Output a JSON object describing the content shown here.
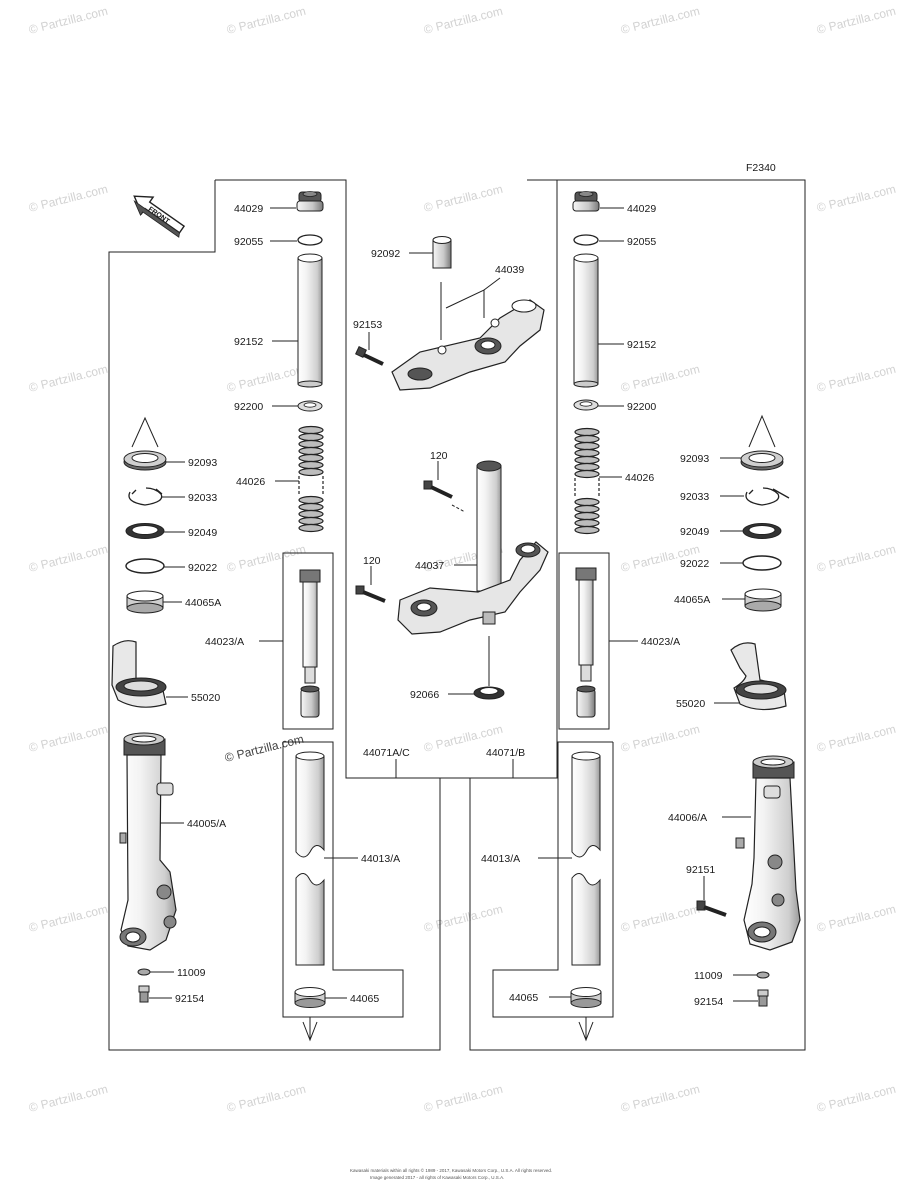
{
  "figure_code": "F2340",
  "front_label": "FRONT",
  "watermark_text": "© Partzilla.com",
  "footer_lines": [
    "Kawasaki materials within all rights © 1989 - 2017, Kawasaki Motors Corp., U.S.A. All rights reserved.",
    "Image generated 2017 - all rights of Kawasaki Motors Corp., U.S.A."
  ],
  "left_fork": {
    "p44029": "44029",
    "p92055": "92055",
    "p92152": "92152",
    "p92200": "92200",
    "p92093": "92093",
    "p44026": "44026",
    "p92033": "92033",
    "p92049": "92049",
    "p92022": "92022",
    "p44065A": "44065A",
    "p44023A": "44023/A",
    "p55020": "55020",
    "p44005A": "44005/A",
    "p44013A": "44013/A",
    "p11009": "11009",
    "p92154": "92154",
    "p44065": "44065",
    "p44071AC": "44071A/C"
  },
  "right_fork": {
    "p44029": "44029",
    "p92055": "92055",
    "p92152": "92152",
    "p92200": "92200",
    "p92093": "92093",
    "p44026": "44026",
    "p92033": "92033",
    "p92049": "92049",
    "p92022": "92022",
    "p44065A": "44065A",
    "p44023A": "44023/A",
    "p55020": "55020",
    "p44006A": "44006/A",
    "p92151": "92151",
    "p44013A": "44013/A",
    "p11009": "11009",
    "p92154": "92154",
    "p44065": "44065",
    "p44071B": "44071/B"
  },
  "center": {
    "p92092": "92092",
    "p44039": "44039",
    "p92153": "92153",
    "p120a": "120",
    "p120b": "120",
    "p44037": "44037",
    "p92066": "92066"
  },
  "colors": {
    "line": "#222222",
    "part_fill": "#e6e6e6",
    "part_dark": "#4a4a4a",
    "watermark": "#d2d2d2"
  }
}
